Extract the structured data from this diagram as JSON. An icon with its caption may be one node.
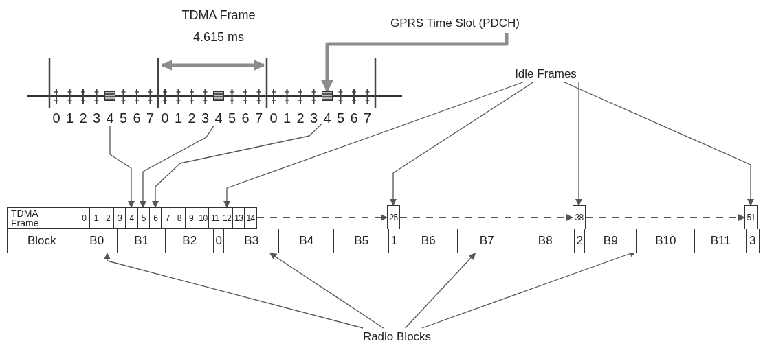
{
  "diagram": {
    "nodes": [
      {
        "text": [
          "GPRS Time Slot (PDCH)"
        ]
      },
      {
        "text": [],
        "shape": "box"
      },
      {
        "text": [],
        "shape": "box"
      },
      {
        "text": [],
        "shape": "box"
      },
      {
        "text": [
          "4"
        ]
      },
      {
        "text": [
          "4"
        ]
      },
      {
        "text": [
          "4"
        ]
      },
      {
        "text": [
          "Idle Frames"
        ]
      },
      {
        "text": [
          "TDMA Frame"
        ]
      },
      {
        "text": [
          "0"
        ]
      },
      {
        "text": [
          "1"
        ]
      },
      {
        "text": [
          "2"
        ]
      },
      {
        "text": [
          "3"
        ]
      },
      {
        "text": [
          "4"
        ]
      },
      {
        "text": [
          "5"
        ]
      },
      {
        "text": [
          "6"
        ]
      },
      {
        "text": [
          "7"
        ]
      },
      {
        "text": [
          "8"
        ]
      },
      {
        "text": [
          "9"
        ]
      },
      {
        "text": [
          "10"
        ]
      },
      {
        "text": [
          "11"
        ]
      },
      {
        "text": [
          "12"
        ]
      },
      {
        "text": [
          "13"
        ]
      },
      {
        "text": [
          "14"
        ]
      },
      {
        "text": [
          "25"
        ]
      },
      {
        "text": [
          "38"
        ]
      },
      {
        "text": [
          "51"
        ]
      },
      {
        "text": [
          "Block"
        ]
      },
      {
        "text": [
          "B0"
        ]
      },
      {
        "text": [
          "B1"
        ]
      },
      {
        "text": [
          "B2"
        ]
      },
      {
        "text": [
          "0"
        ]
      },
      {
        "text": [
          "B3"
        ]
      },
      {
        "text": [
          "B4"
        ]
      },
      {
        "text": [
          "B5"
        ]
      },
      {
        "text": [
          "1"
        ]
      },
      {
        "text": [
          "B6"
        ]
      },
      {
        "text": [
          "B7"
        ]
      },
      {
        "text": [
          "B8"
        ]
      },
      {
        "text": [
          "2"
        ]
      },
      {
        "text": [
          "B9"
        ]
      },
      {
        "text": [
          "B10"
        ]
      },
      {
        "text": [
          "B11"
        ]
      },
      {
        "text": [
          "3"
        ]
      },
      {
        "text": [
          "Radio Blocks"
        ]
      }
    ],
    "edges": [
      {
        "from": 0,
        "to": 3,
        "arrow": "to",
        "style": "thick",
        "color": "#8c8c8c"
      },
      {
        "from": 4,
        "to": 13,
        "arrow": "to"
      },
      {
        "from": 5,
        "to": 14,
        "arrow": "to"
      },
      {
        "from": 6,
        "to": 15,
        "arrow": "to"
      },
      {
        "from": 7,
        "to": 21,
        "arrow": "to"
      },
      {
        "from": 7,
        "to": 24,
        "arrow": "to"
      },
      {
        "from": 7,
        "to": 25,
        "arrow": "to"
      },
      {
        "from": 7,
        "to": 26,
        "arrow": "to"
      },
      {
        "from": 23,
        "to": 24,
        "arrow": "to",
        "style": "dashed"
      },
      {
        "from": 24,
        "to": 25,
        "arrow": "to",
        "style": "dashed"
      },
      {
        "from": 25,
        "to": 26,
        "arrow": "to",
        "style": "dashed"
      },
      {
        "from": 44,
        "to": 28,
        "arrow": "to"
      },
      {
        "from": 44,
        "to": 32,
        "arrow": "to"
      },
      {
        "from": 44,
        "to": 37,
        "arrow": "to"
      },
      {
        "from": 44,
        "to": 41,
        "arrow": "to"
      }
    ],
    "labels": [
      "TDMA Frame",
      "4.615 ms",
      "0",
      "1",
      "2",
      "3",
      "5",
      "6",
      "7",
      "0",
      "1",
      "2",
      "3",
      "5",
      "6",
      "7",
      "0",
      "1",
      "2",
      "3",
      "5",
      "6",
      "7"
    ]
  }
}
